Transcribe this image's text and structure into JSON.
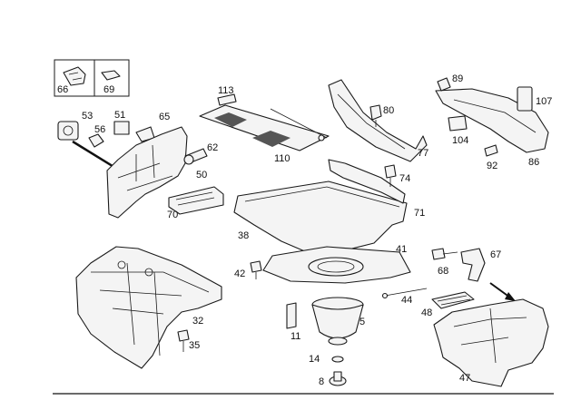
{
  "labels": {
    "p66": "66",
    "p69": "69",
    "p53": "53",
    "p56": "56",
    "p51": "51",
    "p65": "65",
    "p113": "113",
    "p62": "62",
    "p110": "110",
    "p50": "50",
    "p70": "70",
    "p80": "80",
    "p77": "77",
    "p89": "89",
    "p107": "107",
    "p104": "104",
    "p92": "92",
    "p86": "86",
    "p74": "74",
    "p71": "71",
    "p38": "38",
    "p41": "41",
    "p67": "67",
    "p68": "68",
    "p42": "42",
    "p44": "44",
    "p48": "48",
    "p32": "32",
    "p35": "35",
    "p11": "11",
    "p5": "5",
    "p14": "14",
    "p8": "8",
    "p47": "47"
  },
  "colors": {
    "line": "#1a1a1a",
    "fill": "#f4f4f4",
    "shade": "#d8d8d8"
  }
}
